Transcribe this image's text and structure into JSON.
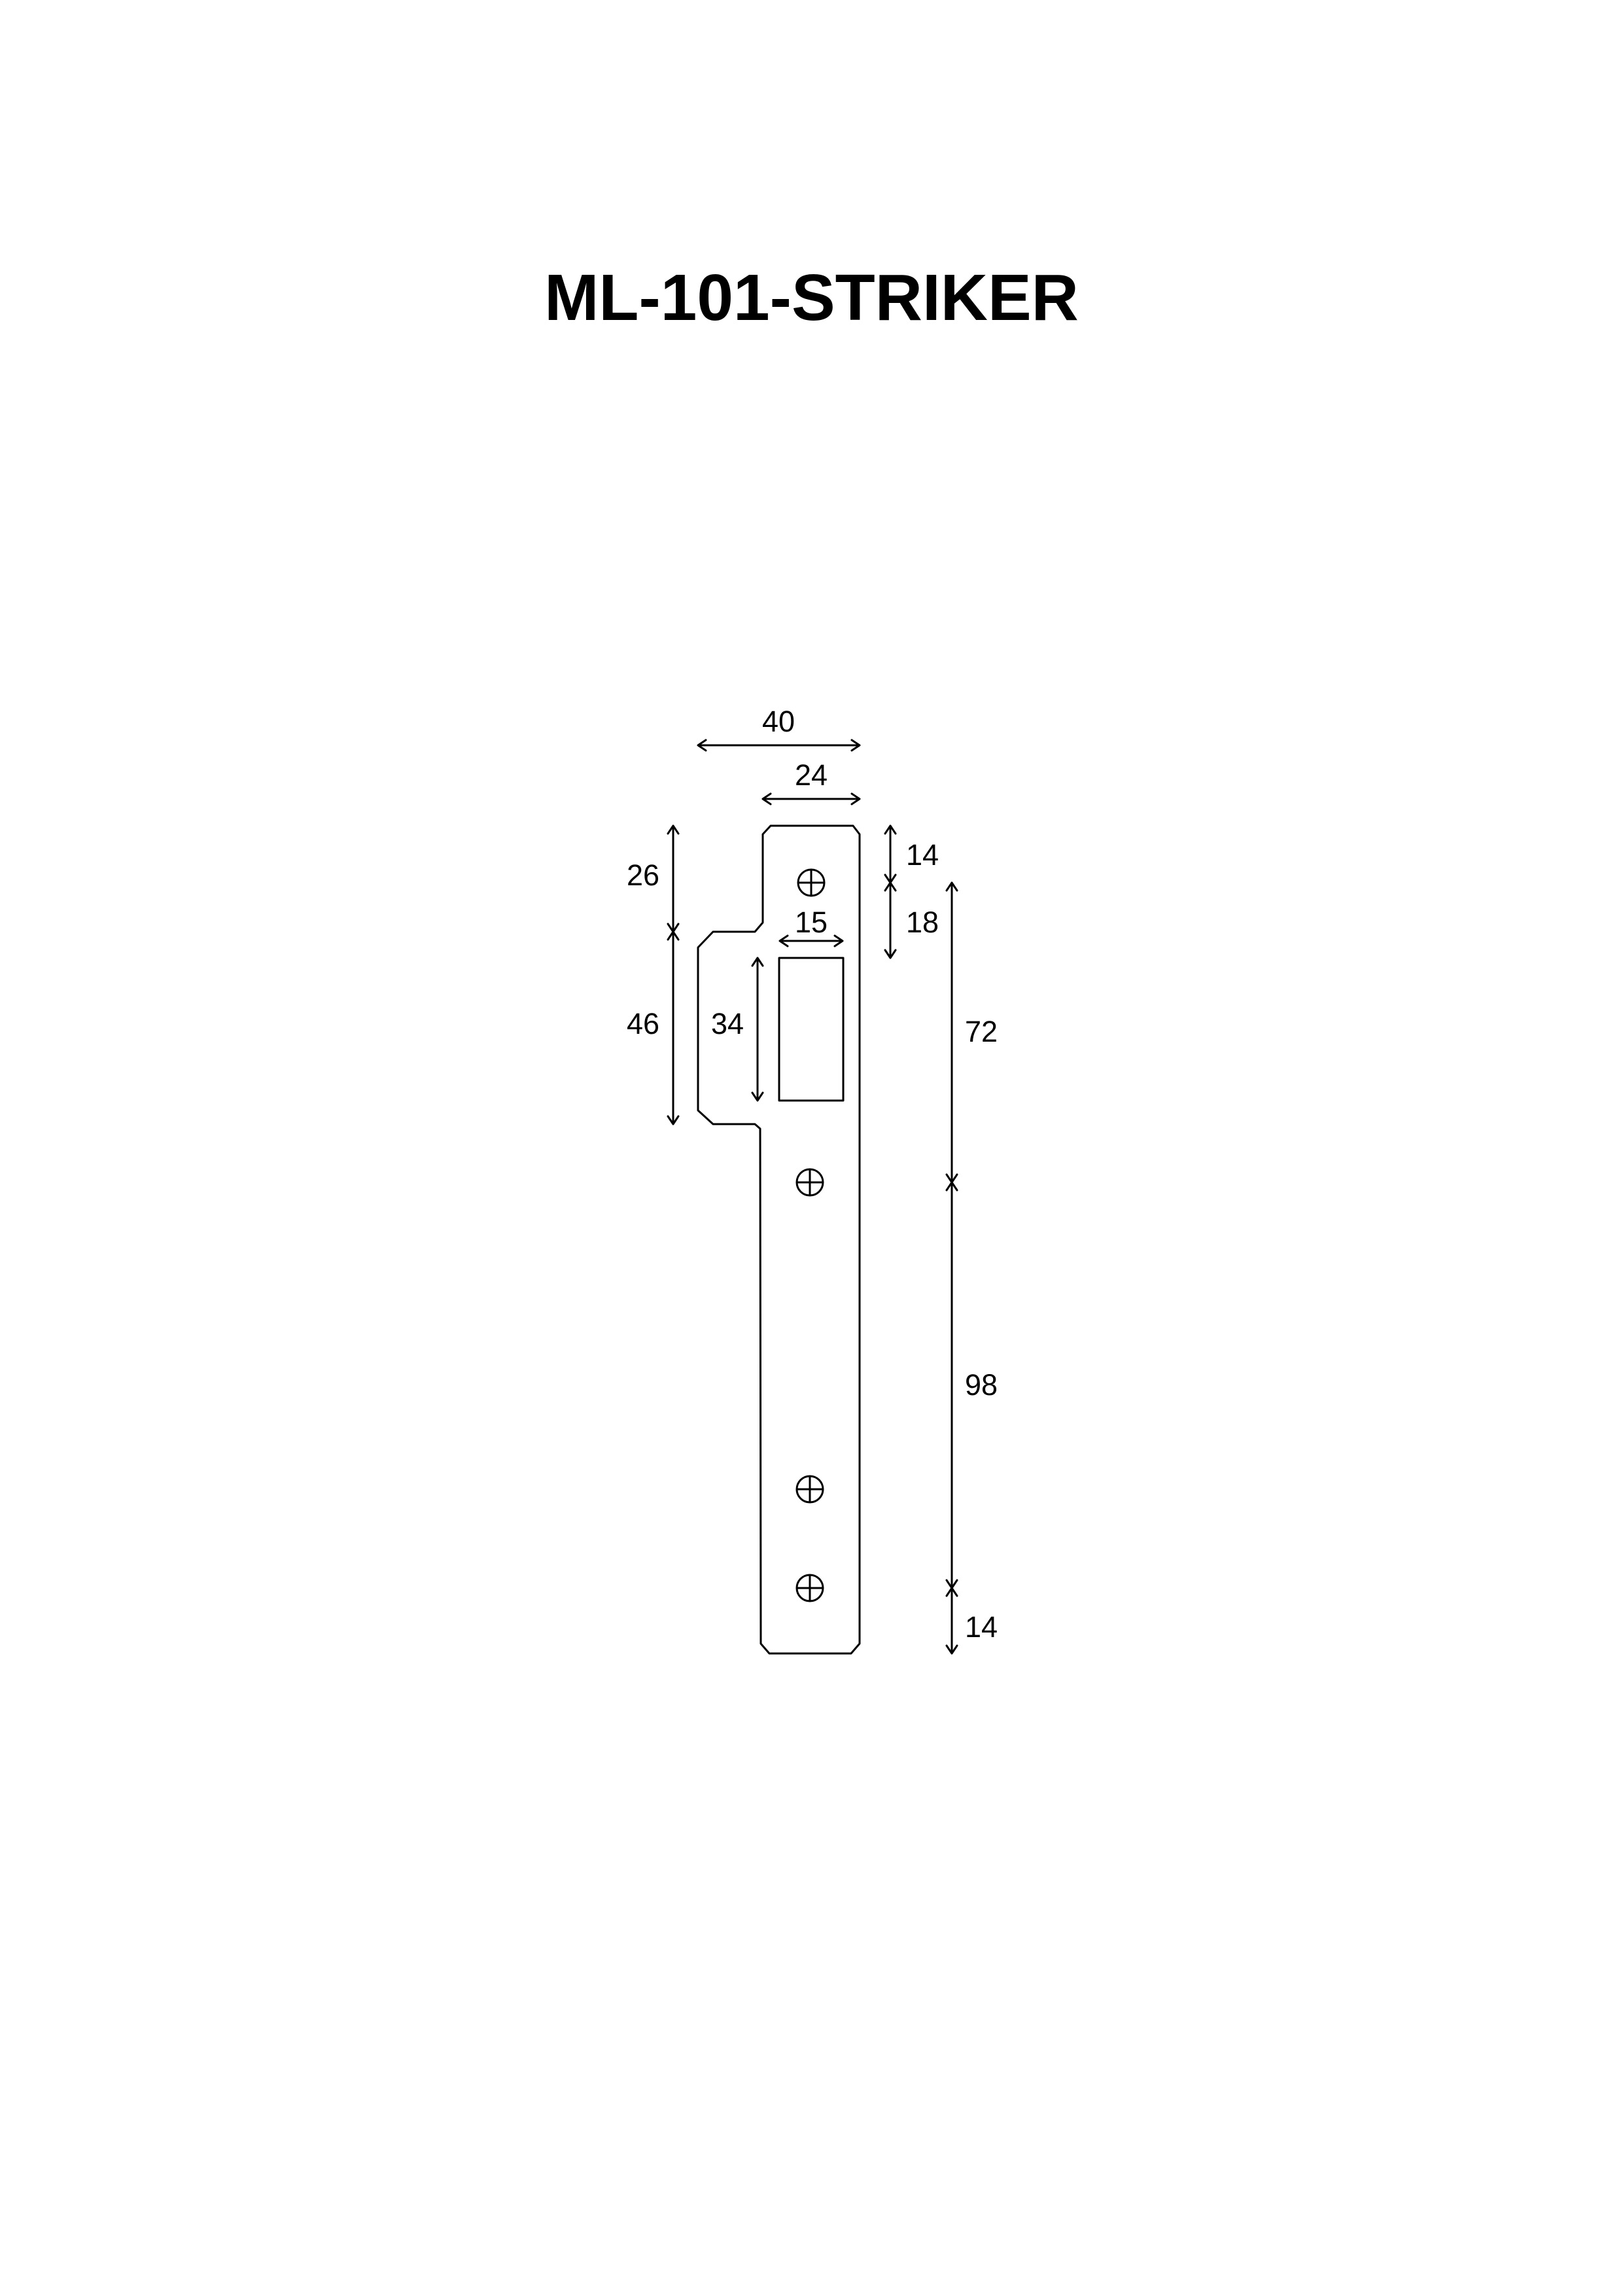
{
  "title": "ML-101-STRIKER",
  "part": {
    "name": "ML-101-STRIKER",
    "screw_holes": 4,
    "latch_opening": {
      "width": 15,
      "height": 34
    }
  },
  "dimensions": {
    "overall_width": "40",
    "plate_width": "24",
    "opening_width": "15",
    "opening_height": "34",
    "top_to_flange": "26",
    "flange_height": "46",
    "top_to_first_hole": "14",
    "first_hole_to_opening": "18",
    "hole_spacing_upper": "72",
    "hole_spacing_lower": "98",
    "bottom_to_last_hole": "14"
  },
  "colors": {
    "line": "#000000",
    "background": "#ffffff"
  }
}
